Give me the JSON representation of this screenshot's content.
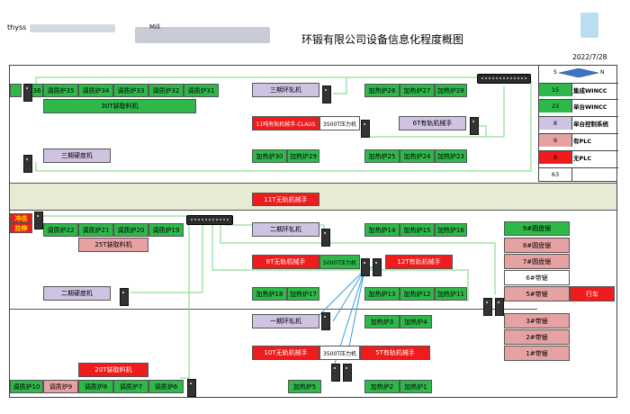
{
  "header": {
    "company_prefix": "thyss",
    "suffix": "Mill",
    "title": "环锻有限公司设备信息化程度概图",
    "date": "2022/7/28"
  },
  "legend": {
    "direction_left": "S",
    "direction_right": "N",
    "rows": [
      {
        "count": "15",
        "label": "集成WINCC",
        "color": "#2eb84a"
      },
      {
        "count": "23",
        "label": "单台WINCC",
        "color": "#2eb84a"
      },
      {
        "count": "8",
        "label": "单台控制系统",
        "color": "#cfc3e2"
      },
      {
        "count": "9",
        "label": "有PLC",
        "color": "#e6a2a2"
      },
      {
        "count": "8",
        "label": "无PLC",
        "color": "#ee1c1c"
      },
      {
        "count": "63",
        "label": "",
        "color": "#ffffff"
      }
    ]
  },
  "upper": {
    "row1": [
      "36",
      "调质炉35",
      "调质炉34",
      "调质炉33",
      "调质炉32",
      "调质炉31"
    ],
    "loader_30t": "30T装取料机",
    "ring3": "三期环轧机",
    "heat3": [
      "加热炉26",
      "加热炉27",
      "加热炉28"
    ],
    "robot_mixed": "11吨有轨机械手-CLAUS",
    "press_3500": "3500T压力机",
    "robot_6t": "6T有轨机械手",
    "hardness3": "三期硬度机",
    "heat_mid": [
      "加热炉30",
      "加热炉29"
    ],
    "heat_mid2": [
      "加热炉25",
      "加热炉24",
      "加热炉23"
    ]
  },
  "band": {
    "robot_11t": "11T无轨机械手"
  },
  "middle": {
    "side_label_1": "冲击",
    "side_label_2": "拉伸",
    "row_temper": [
      "调质炉22",
      "调质炉21",
      "调质炉20",
      "调质炉19"
    ],
    "loader_25t": "25T装取料机",
    "ring2": "二期环轧机",
    "heat2": [
      "加热炉14",
      "加热炉15",
      "加热炉16"
    ],
    "robot_8t": "8T无轨机械手",
    "press_5000": "5000T压力机",
    "robot_12t": "12T有轨机械手",
    "hardness2": "二期硬度机",
    "heat_18_17": [
      "加热炉18",
      "加热炉17"
    ],
    "heat_13_11": [
      "加热炉13",
      "加热炉12",
      "加热炉11"
    ],
    "disk_9": "9#圆盘锯",
    "disk_8": "8#圆盘锯",
    "disk_7": "7#圆盘锯",
    "band_6": "6#带锯",
    "band_5": "5#带锯",
    "other": "行车"
  },
  "lower": {
    "ring1": "一期环轧机",
    "heat_3_4": [
      "加热炉3",
      "加热炉4"
    ],
    "band_3": "3#带锯",
    "band_2": "2#带锯",
    "band_1": "1#带锯",
    "robot_10t": "10T无轨机械手",
    "press_3500b": "3500T压力机",
    "robot_5t": "5T有轨机械手",
    "loader_20t": "20T装取料机",
    "row_temper": [
      "调质炉10",
      "调质炉9",
      "调质炉8",
      "调质炉7",
      "调质炉6"
    ],
    "heat_5": "加热炉5",
    "heat_2_1": [
      "加热炉2",
      "加热炉1"
    ]
  }
}
